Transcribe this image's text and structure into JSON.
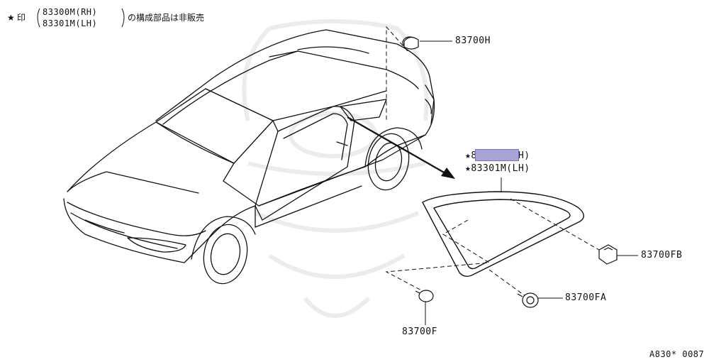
{
  "header_note": {
    "star": "★",
    "mark": "印",
    "part_rh": "83300M(RH)",
    "part_lh": "83301M(LH)",
    "text": "の構成部品は非販売"
  },
  "callouts": {
    "clip_top": "83700H",
    "glass_rh": "★83300M(RH)",
    "glass_lh": "★83301M(LH)",
    "clip_fb": "83700FB",
    "clip_fa": "83700FA",
    "clip_f": "83700F"
  },
  "diagram_code": "A830* 0087",
  "highlight_color": "#a9a4d6"
}
